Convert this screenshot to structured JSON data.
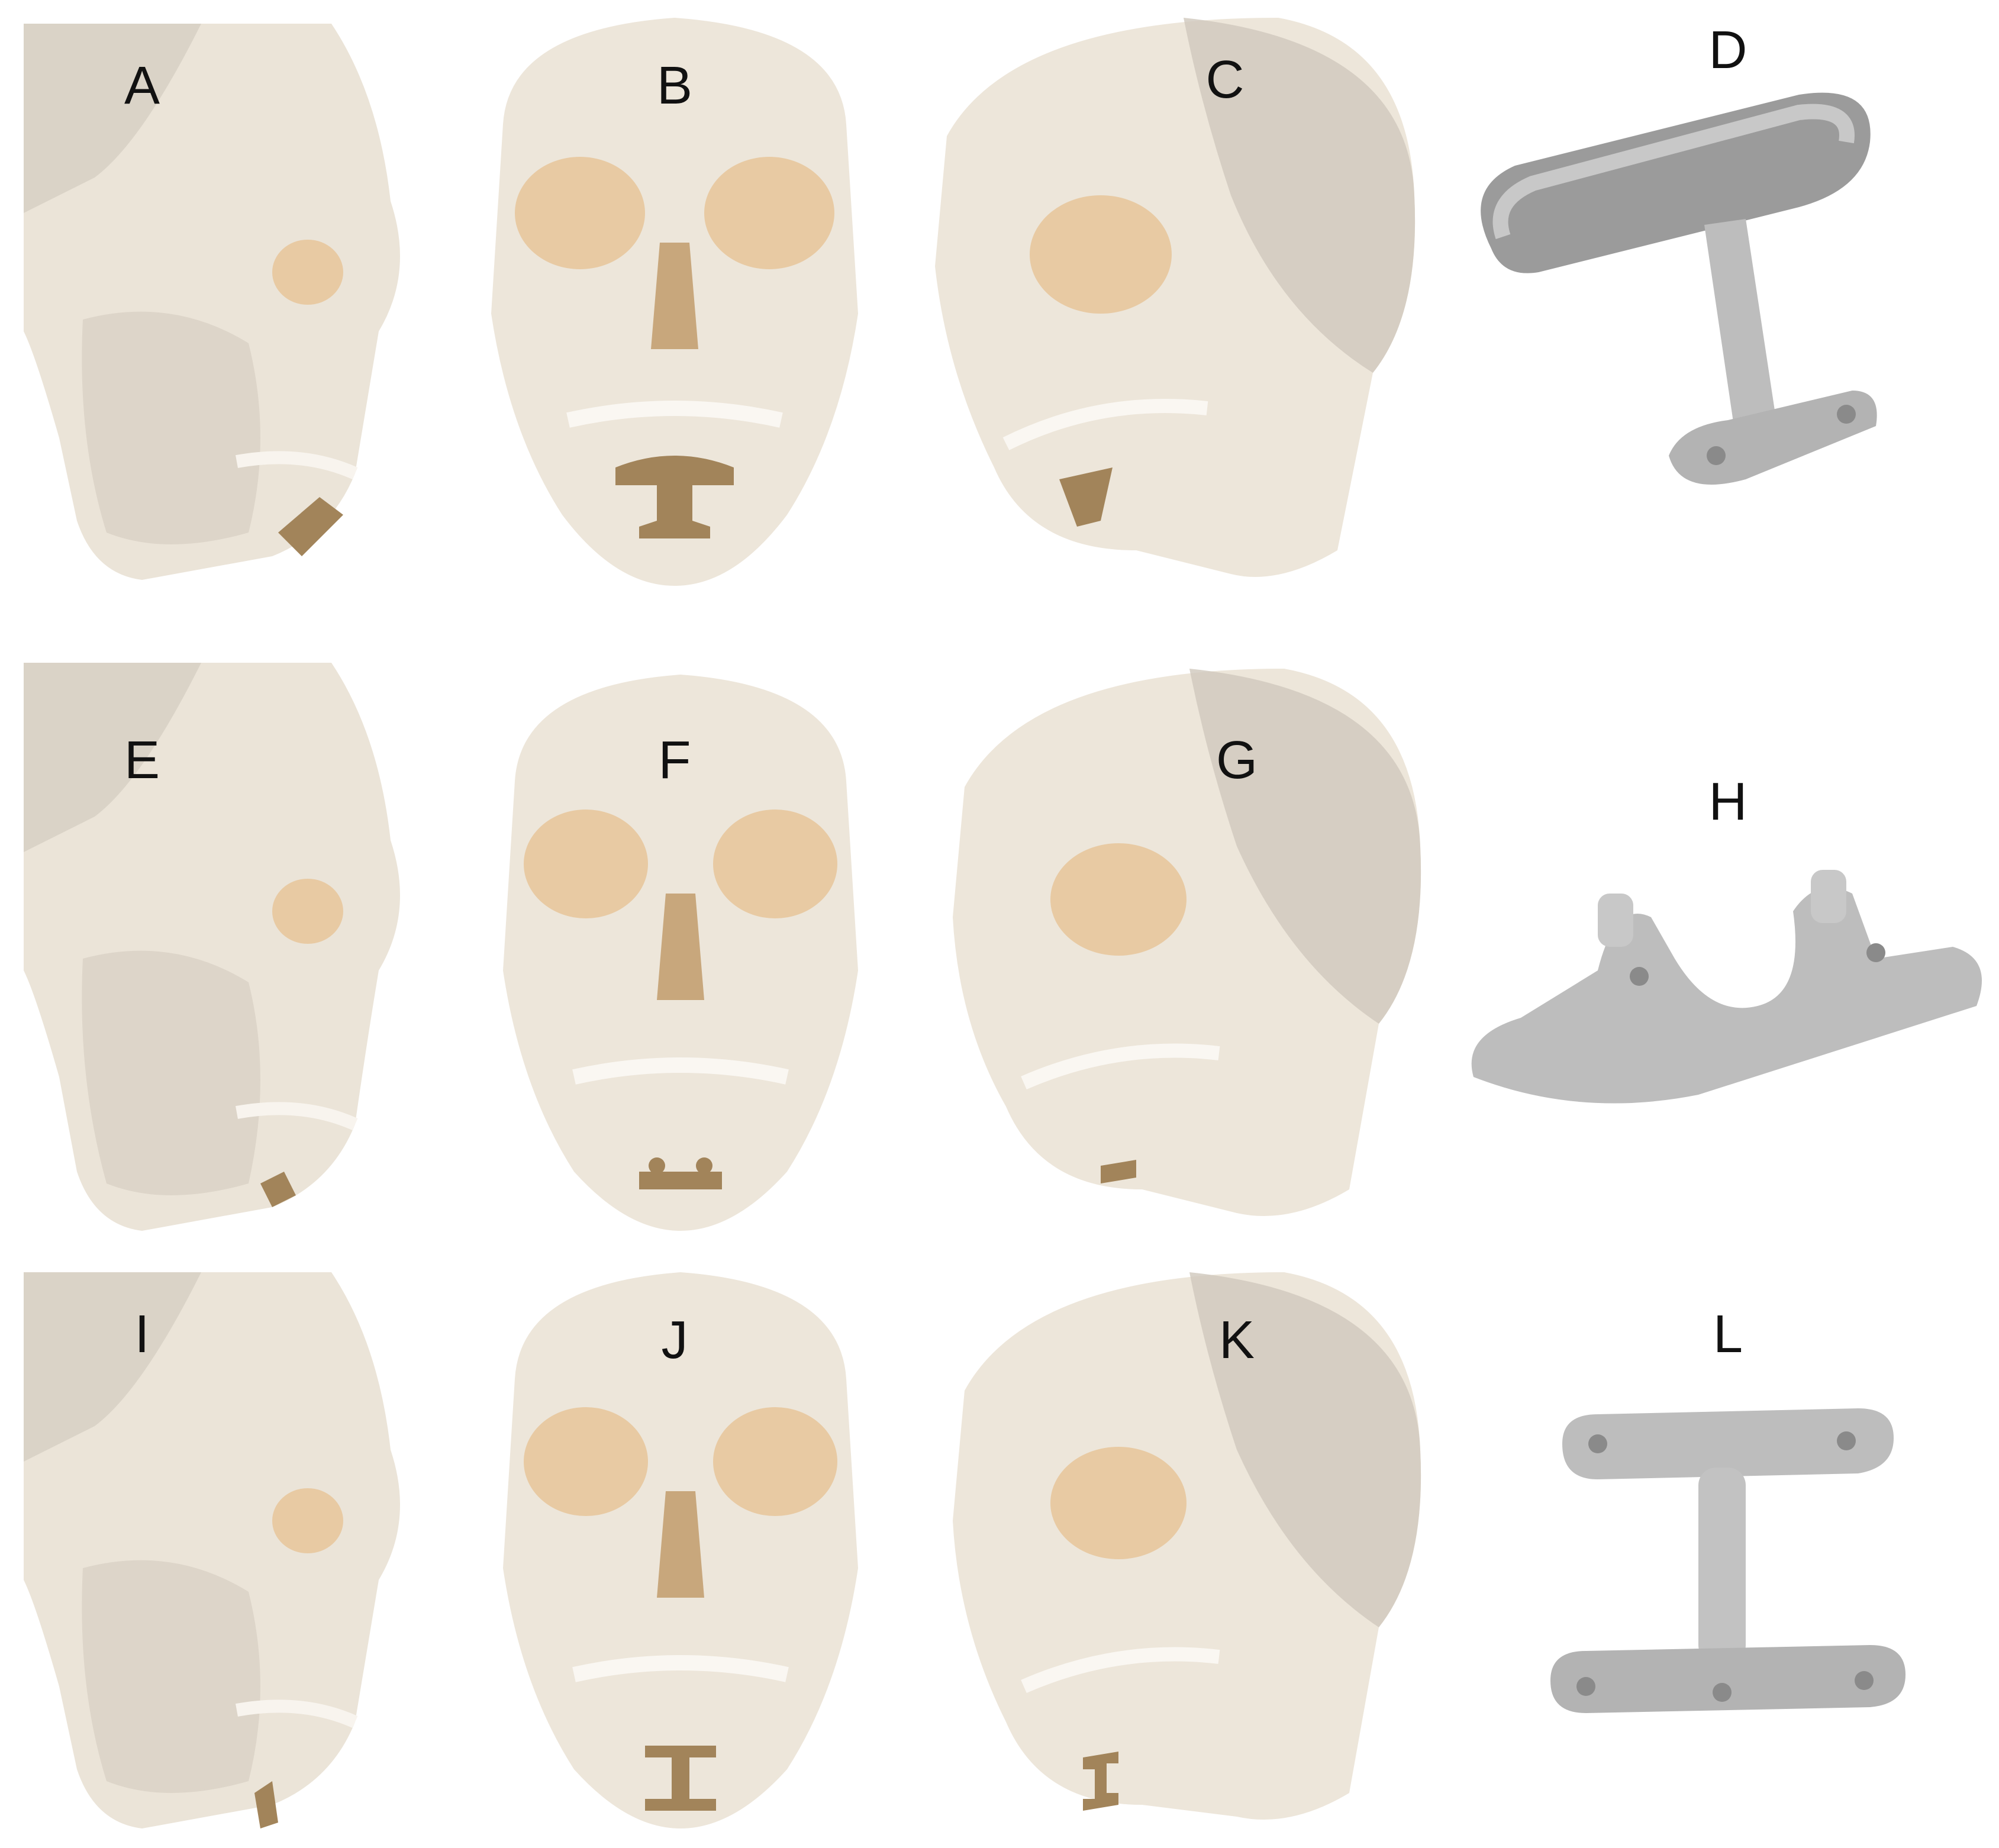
{
  "panels": [
    {
      "label": "A",
      "view": "lateral",
      "implant": "T-plate"
    },
    {
      "label": "B",
      "view": "frontal",
      "implant": "T-plate"
    },
    {
      "label": "C",
      "view": "oblique",
      "implant": "T-plate"
    },
    {
      "label": "D",
      "view": "implant",
      "implant": "T-plate"
    },
    {
      "label": "E",
      "view": "lateral",
      "implant": "chin-wedge"
    },
    {
      "label": "F",
      "view": "frontal",
      "implant": "chin-wedge"
    },
    {
      "label": "G",
      "view": "oblique",
      "implant": "chin-wedge"
    },
    {
      "label": "H",
      "view": "implant",
      "implant": "chin-wedge"
    },
    {
      "label": "I",
      "view": "lateral",
      "implant": "H-plate"
    },
    {
      "label": "J",
      "view": "frontal",
      "implant": "H-plate"
    },
    {
      "label": "K",
      "view": "oblique",
      "implant": "H-plate"
    },
    {
      "label": "L",
      "view": "implant",
      "implant": "H-plate"
    }
  ],
  "colors": {
    "bone": "#ede6da",
    "bone_shadow": "#c9c1b5",
    "cavity": "#e8caa3",
    "implant": "#a2845a",
    "printed_part": "#bdbdbd"
  }
}
